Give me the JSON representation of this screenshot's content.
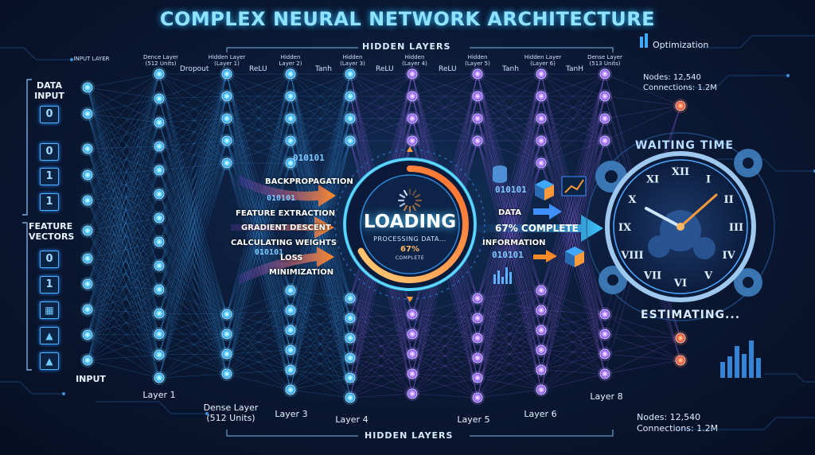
{
  "title": "COMPLEX NEURAL NETWORK ARCHITECTURE",
  "hidden_layers_label": "HIDDEN LAYERS",
  "top_layer_labels": [
    "INPUT LAYER",
    "Dence Layer\n(512 Units)",
    "Hidden Layer\n(Layer 1)",
    "Hidden\nLayer 2)",
    "Hidden\n(Layer 3)",
    "Hidden\n(Layer 4)",
    "Hidden\n(Layer 5)",
    "Hidden Layer\n(Layer 6)",
    "Dense Layer\n(513 Units)"
  ],
  "activations": [
    "Dropout",
    "ReLU",
    "Tanh",
    "ReLU",
    "ReLU",
    "Tanh",
    "TanH"
  ],
  "left_panel": {
    "data_input": "DATA\nINPUT",
    "feature_vectors": "FEATURE\nVECTORS",
    "values": [
      "0",
      "0",
      "1",
      "1",
      "0",
      "1"
    ],
    "input_label": "INPUT"
  },
  "bottom_labels": {
    "layer1": "Layer 1",
    "dense": "Dense Layer\n(512 Units)",
    "layer3": "Layer 3",
    "layer4": "Layer 4",
    "layer5": "Layer 5",
    "layer6": "Layer 6",
    "layer8": "Layer 8"
  },
  "process_labels": {
    "backprop": "BACKPROPAGATION",
    "feature_extraction": "FEATURE EXTRACTION",
    "gradient_descent": "GRADIENT DESCENT",
    "calculating_weights": "CALCULATING WEIGHTS",
    "loss": "LOSS",
    "minimization": "MINIMIZATION",
    "binary": "010101"
  },
  "loading": {
    "title": "LOADING",
    "processing": "PROCESSING DATA...",
    "percent": "67%",
    "complete": "COMPLETE",
    "progress": 0.67
  },
  "right_flow": {
    "binary1": "010101",
    "data": "DATA",
    "complete_banner": "67% COMPLETE",
    "information": "INFORMATION",
    "binary2": "010101"
  },
  "optimization": "Optimization",
  "stats_top": "Nodes: 12,540\nConnections: 1.2M",
  "stats_bottom": "Nodes: 12,540\nConnections: 1.2M",
  "waiting_time": "WAITING TIME",
  "estimating": "ESTIMATING...",
  "roman_numerals": [
    "XII",
    "I",
    "II",
    "III",
    "IV",
    "V",
    "VI",
    "VII",
    "VIII",
    "IX",
    "X",
    "XI"
  ],
  "colors": {
    "accent_cyan": "#3fd0ff",
    "accent_purple": "#b06bff",
    "accent_orange": "#ff8a3a",
    "output_node": "#ff6a5a"
  }
}
